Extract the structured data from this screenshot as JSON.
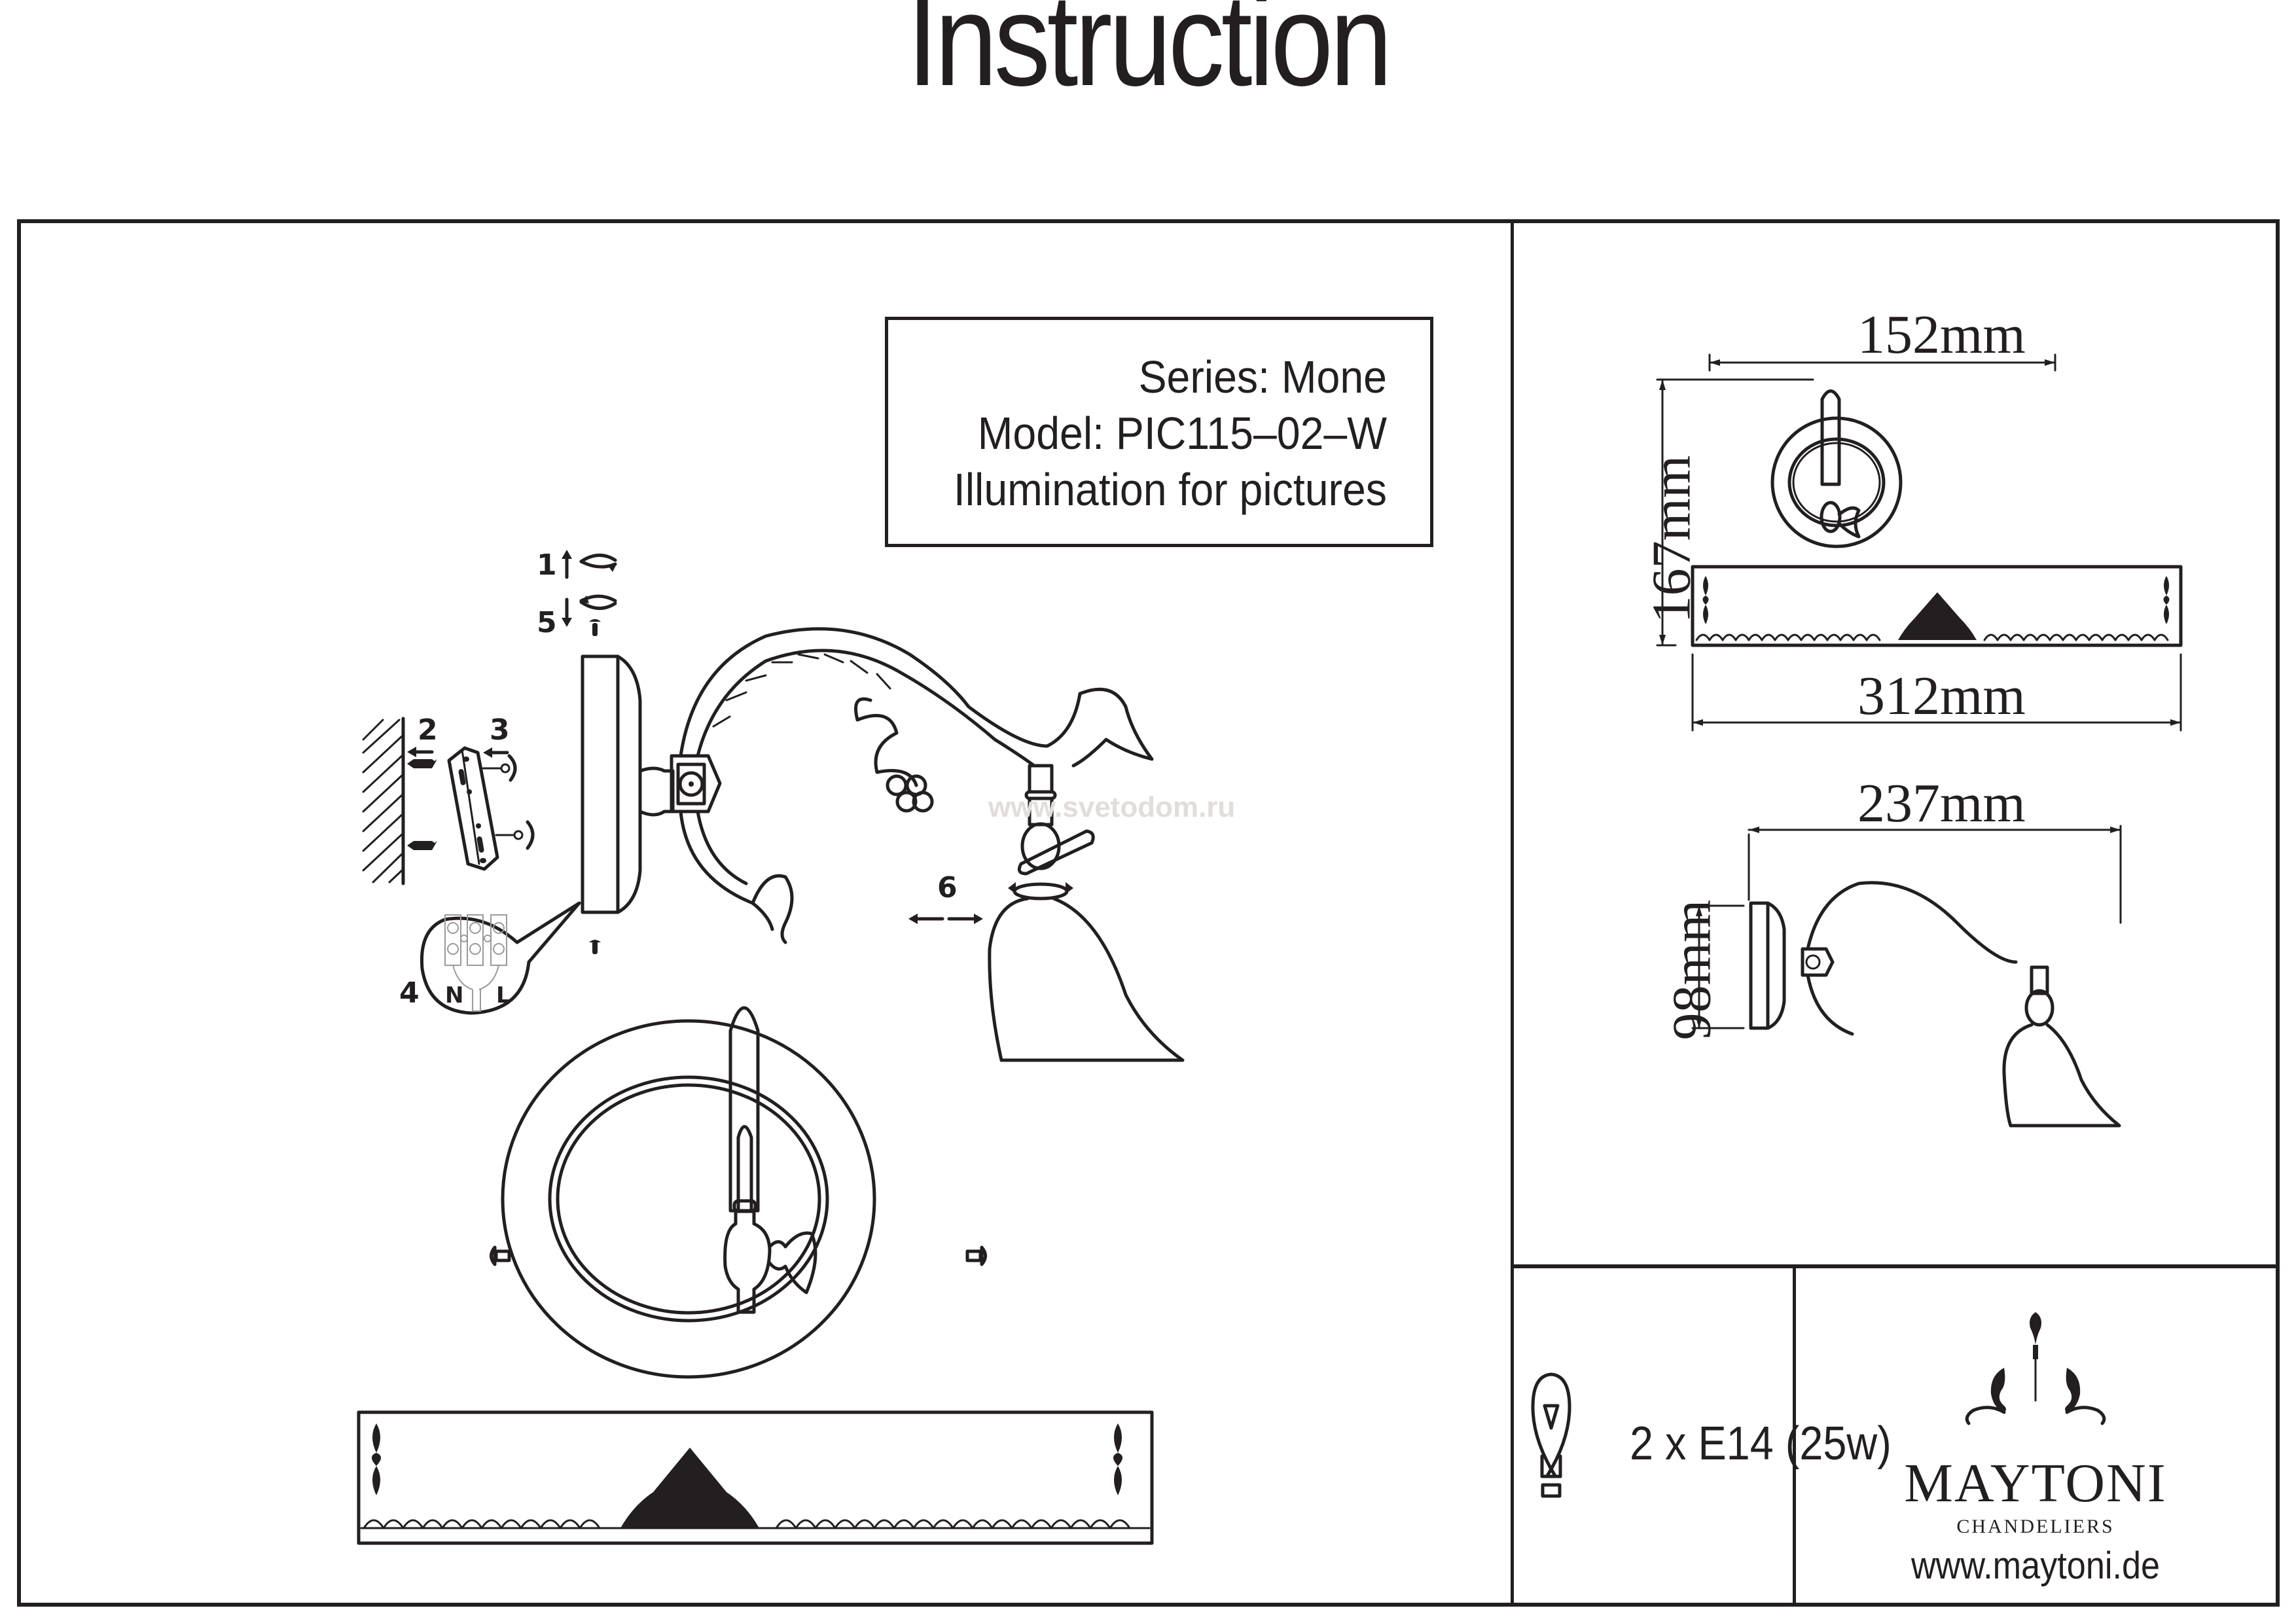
{
  "document": {
    "title": "Instruction"
  },
  "product_info": {
    "series": "Series: Mone",
    "model": "Model: PIC115–02–W",
    "description": "Illumination for pictures"
  },
  "assembly_steps": {
    "step1": "1",
    "step2": "2",
    "step3": "3",
    "step4": "4",
    "step5": "5",
    "step6": "6",
    "terminal_neutral": "N",
    "terminal_live": "L"
  },
  "watermark": "www.svetodom.ru",
  "dimensions": {
    "front_width_top": "152mm",
    "front_height": "167mm",
    "front_width_bottom": "312mm",
    "side_depth": "237mm",
    "side_height": "98mm"
  },
  "bulb": {
    "icon": "light-bulb-icon",
    "spec": "2 x E14 (25w)"
  },
  "brand": {
    "logo_icon": "chandelier-logo-icon",
    "name": "MAYTONI",
    "tagline": "CHANDELIERS",
    "website": "www.maytoni.de"
  }
}
